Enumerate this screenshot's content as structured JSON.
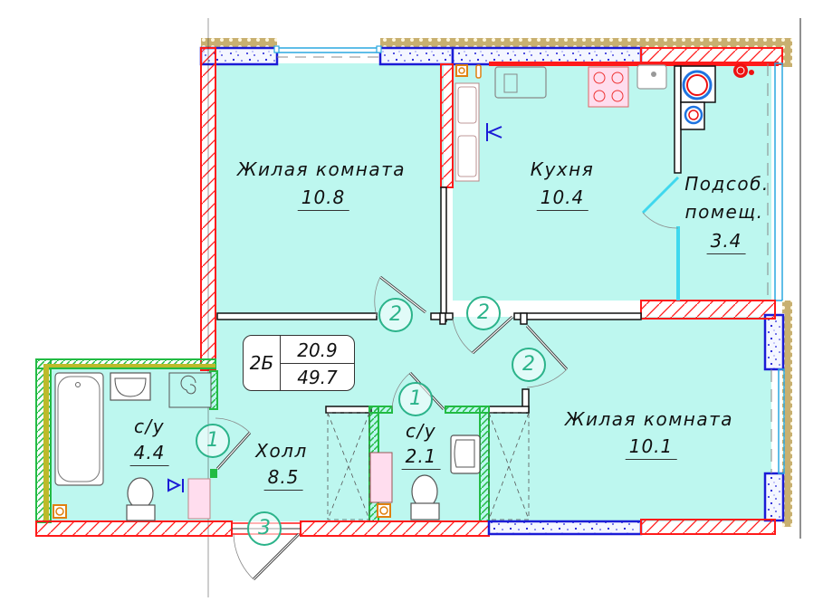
{
  "colors": {
    "room_fill": "#bdf7ef",
    "bearing_wall": "#ff1a1a",
    "partition": "#111111",
    "wet_partition": "#22bb44",
    "insulation_block": "#1b1bd6",
    "facade_finish": "#c8b070",
    "window_frame": "#2aa8e0",
    "door_tag": "#2bb38a",
    "utility_red": "#ff1a1a",
    "utility_blue": "#1e73e0"
  },
  "apartment": {
    "type": "2Б",
    "living_area": "20.9",
    "total_area": "49.7"
  },
  "rooms": [
    {
      "id": "living-room-1",
      "name": "Жилая комната",
      "area": "10.8"
    },
    {
      "id": "kitchen",
      "name": "Кухня",
      "area": "10.4"
    },
    {
      "id": "utility-room",
      "name_line1": "Подсоб.",
      "name_line2": "помещ.",
      "area": "3.4"
    },
    {
      "id": "living-room-2",
      "name": "Жилая комната",
      "area": "10.1"
    },
    {
      "id": "hall",
      "name": "Холл",
      "area": "8.5"
    },
    {
      "id": "bathroom-1",
      "name": "с/у",
      "area": "4.4"
    },
    {
      "id": "bathroom-2",
      "name": "с/у",
      "area": "2.1"
    }
  ],
  "door_tags": [
    {
      "id": "door-living-1",
      "label": "2"
    },
    {
      "id": "door-kitchen",
      "label": "2"
    },
    {
      "id": "door-living-2",
      "label": "2"
    },
    {
      "id": "door-bathroom-1",
      "label": "1"
    },
    {
      "id": "door-bathroom-2",
      "label": "1"
    },
    {
      "id": "door-entrance",
      "label": "3"
    }
  ],
  "symbols": {
    "radiator_marker": "triangle-flag",
    "kitchen_fixtures": [
      "sink",
      "stove-4-burner",
      "dishwasher",
      "boiler"
    ],
    "bath_fixtures": [
      "bathtub",
      "washbasin",
      "toilet",
      "washing-machine"
    ]
  }
}
